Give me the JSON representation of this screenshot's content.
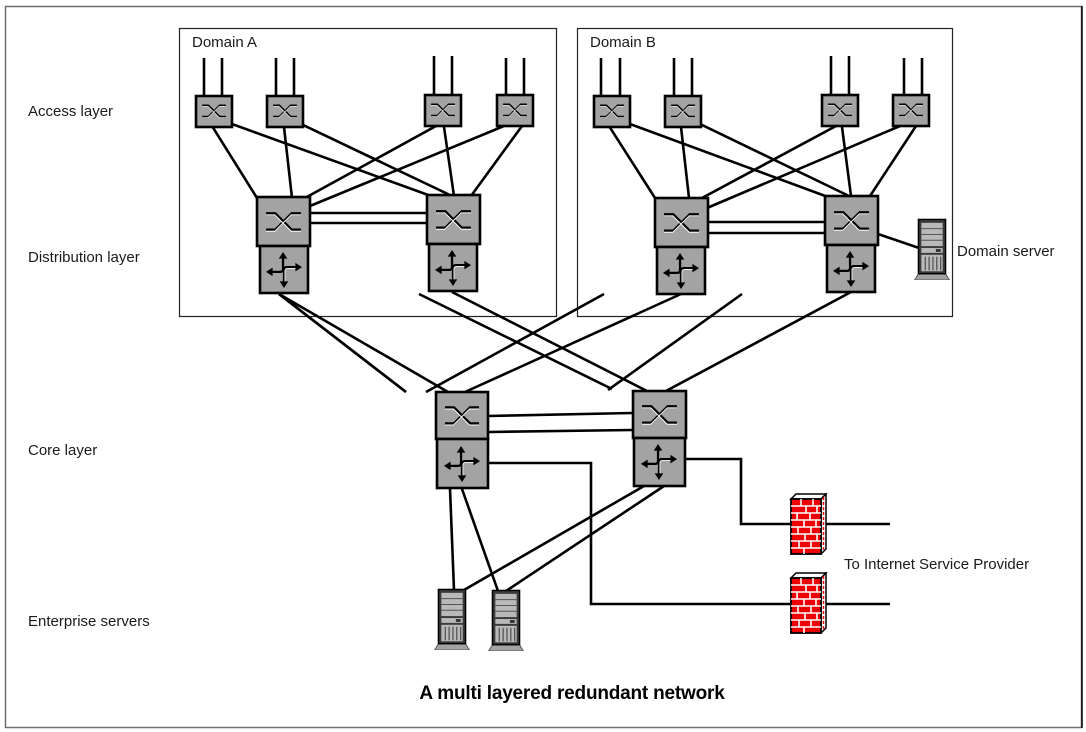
{
  "title": "A multi layered redundant network",
  "layers": [
    {
      "id": "access",
      "label": "Access layer"
    },
    {
      "id": "distribution",
      "label": "Distribution layer"
    },
    {
      "id": "core",
      "label": "Core layer"
    },
    {
      "id": "enterprise",
      "label": "Enterprise servers"
    }
  ],
  "domains": [
    {
      "id": "domain-a",
      "label": "Domain A",
      "access_switches": 4,
      "distribution_switches": 2
    },
    {
      "id": "domain-b",
      "label": "Domain B",
      "access_switches": 4,
      "distribution_switches": 2
    }
  ],
  "labels": {
    "domain_server": "Domain server",
    "isp": "To Internet Service Provider"
  },
  "icons": {
    "switch": "switch-icon",
    "router": "router-icon",
    "server": "server-icon",
    "firewall": "firewall-icon"
  },
  "colors": {
    "device_fill": "#a3a3a3",
    "firewall_red": "#ee0000",
    "line": "#000000"
  }
}
